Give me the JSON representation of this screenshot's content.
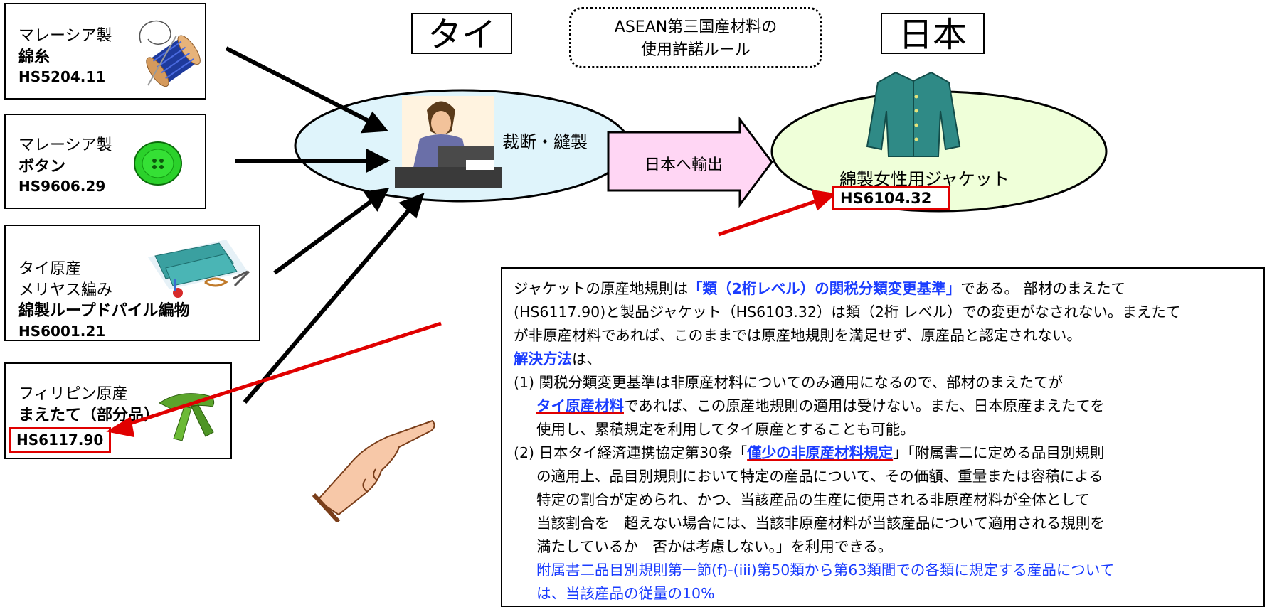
{
  "countries": {
    "thai": "タイ",
    "japan": "日本"
  },
  "rule_title": {
    "line1": "ASEAN第三国産材料の",
    "line2": "使用許諾ルール"
  },
  "materials": [
    {
      "line1": "マレーシア製",
      "line2": "綿糸",
      "code": "HS5204.11",
      "icon": "thread-spool-icon"
    },
    {
      "line1": "マレーシア製",
      "line2": "ボタン",
      "code": "HS9606.29",
      "icon": "button-icon"
    },
    {
      "line1": "タイ原産",
      "line2": "メリヤス編み",
      "line3": "綿製ループドパイル編物",
      "code": "HS6001.21",
      "icon": "fabric-sewing-icon"
    },
    {
      "line1": "フィリピン原産",
      "line2": "まえたて（部分品）",
      "code": "HS6117.90",
      "icon": "scarf-icon"
    }
  ],
  "process": {
    "label": "裁断・縫製",
    "icon": "sewing-worker-icon"
  },
  "export_arrow": {
    "label": "日本へ輸出"
  },
  "product": {
    "name": "綿製女性用ジャケット",
    "code": "HS6104.32",
    "icon": "jacket-icon"
  },
  "info": {
    "p1_a": "ジャケットの原産地規則は",
    "p1_b": "「類（2桁レベル）の関税分類変更基準」",
    "p1_c": "である。 部材のまえたて",
    "p2": "(HS6117.90)と製品ジャケット（HS6103.32）は類（2桁 レベル）での変更がなされない。まえたて",
    "p3": "が非原産材料であれば、このままでは原産地規則を満足せず、原産品と認定されない。",
    "sol_a": "解決方法",
    "sol_b": "は、",
    "i1_a": "(1) 関税分類変更基準は非原産材料についてのみ適用になるので、部材のまえたてが",
    "i1_b": "タイ原産材料",
    "i1_c": "であれば、この原産地規則の適用は受けない。また、日本原産まえたてを",
    "i1_d": "使用し、累積規定を利用してタイ原産とすることも可能。",
    "i2_a": "(2) 日本タイ経済連携協定第30条「",
    "i2_b": "僅少の非原産材料規定",
    "i2_c": "」「附属書二に定める品目別規則",
    "i2_d": "の適用上、品目別規則において特定の産品について、その価額、重量または容積による",
    "i2_e": "特定の割合が定められ、かつ、当該産品の生産に使用される非原産材料が全体として",
    "i2_f": "当該割合を　超えない場合には、当該非原産材料が当該産品について適用される規則を",
    "i2_g": "満たしているか　否かは考慮しない。」を利用できる。",
    "i2_h": "附属書二品目別規則第一節(f)-(iii)第50類から第63類間での各類に規定する産品について",
    "i2_i": "は、当該産品の従量の10%"
  },
  "pointer": {
    "icon": "pointing-hand-icon"
  },
  "colors": {
    "ellipse_left": "#dff4fb",
    "ellipse_right": "#efffd9",
    "export_arrow": "#ffd6f4",
    "highlight": "#e00000",
    "link_blue": "#1a3cff"
  }
}
